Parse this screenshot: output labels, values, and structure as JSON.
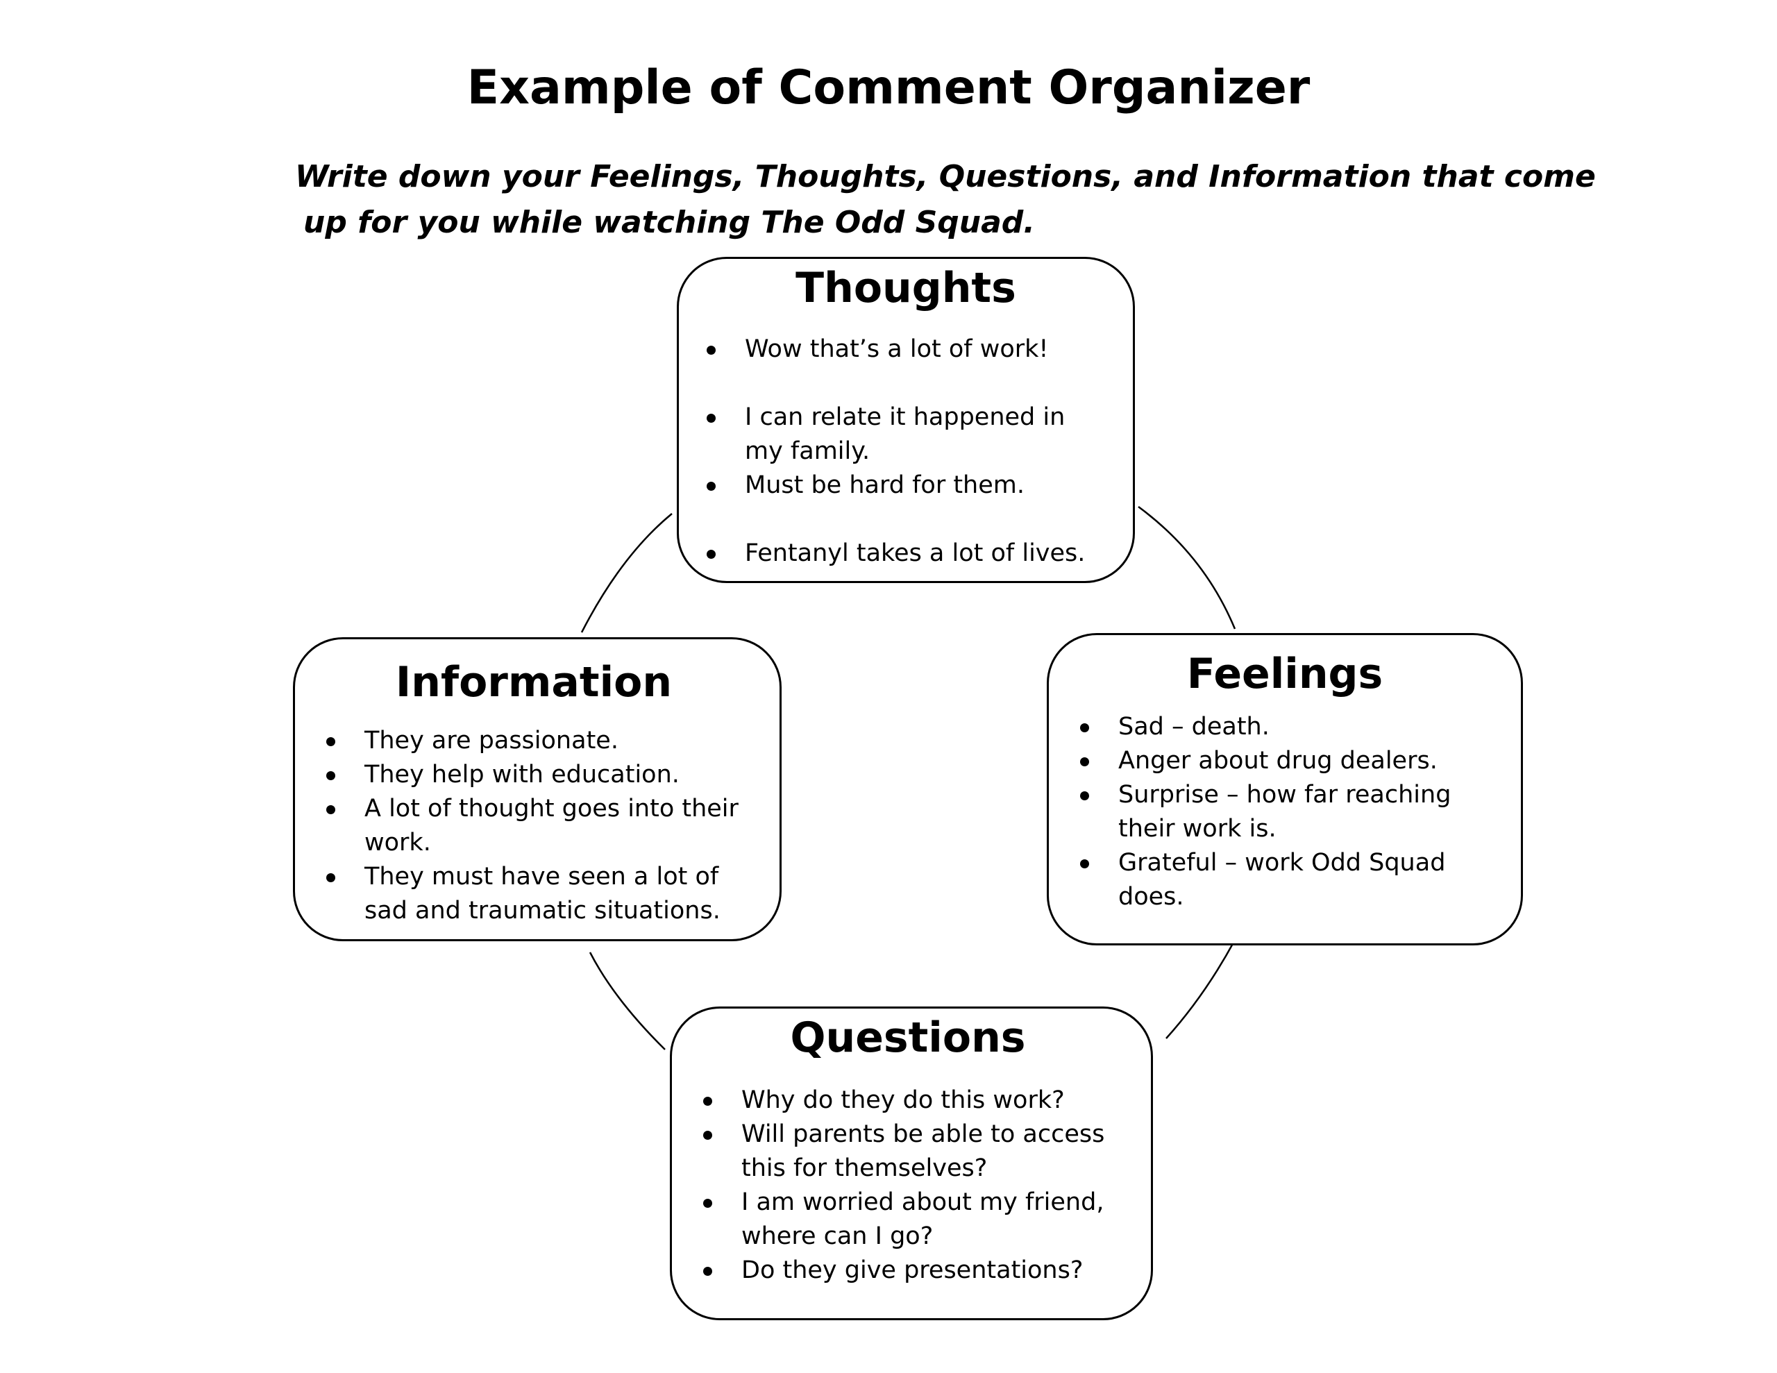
{
  "title": "Example of Comment Organizer",
  "instructions": {
    "line1": "Write down your Feelings, Thoughts, Questions, and Information that come",
    "line2": "up for you while watching The Odd Squad."
  },
  "boxes": {
    "thoughts": {
      "heading": "Thoughts",
      "items": [
        "Wow that’s a lot of work!",
        "I can relate it happened in my family.",
        "Must be hard for them.",
        "Fentanyl takes a lot of lives."
      ]
    },
    "information": {
      "heading": "Information",
      "items": [
        "They are passionate.",
        "They help with education.",
        "A lot of thought goes into their work.",
        "They must have seen a lot of sad and traumatic situations."
      ]
    },
    "feelings": {
      "heading": "Feelings",
      "items": [
        "Sad – death.",
        "Anger about drug dealers.",
        "Surprise – how far reaching their work is.",
        "Grateful – work Odd Squad does."
      ]
    },
    "questions": {
      "heading": "Questions",
      "items": [
        "Why do they do this work?",
        "Will parents be able to access this for themselves?",
        "I am worried about my friend, where can I go?",
        "Do they give presentations?"
      ]
    }
  }
}
